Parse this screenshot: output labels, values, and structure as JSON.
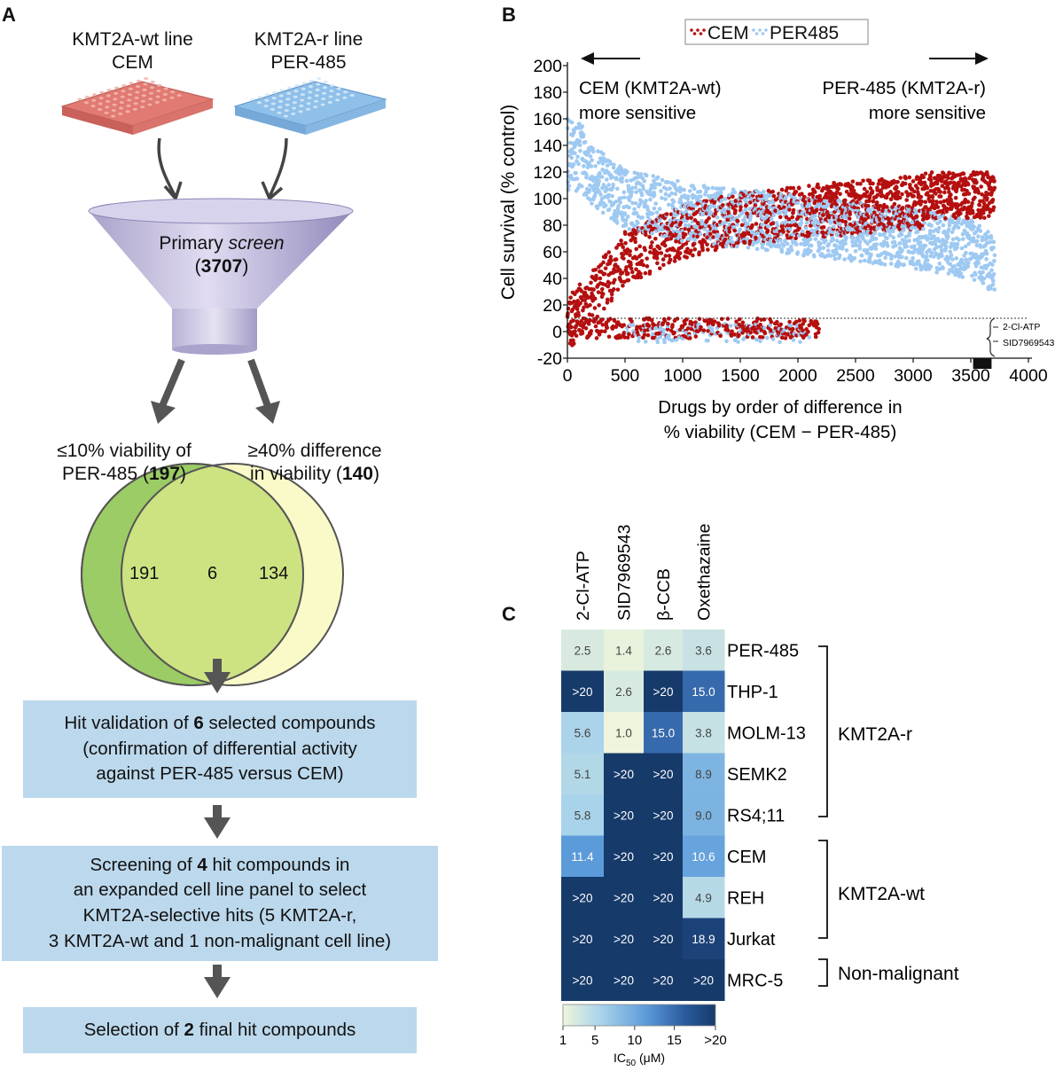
{
  "panel_a": {
    "letter": "A",
    "line_left": {
      "name": "KMT2A-wt line",
      "cell": "CEM"
    },
    "line_right": {
      "name": "KMT2A-r line",
      "cell": "PER-485"
    },
    "funnel": {
      "title_prefix": "Primary ",
      "title_em": "screen",
      "count_open": "(",
      "count": "3707",
      "count_close": ")"
    },
    "crit_left": {
      "line1": "≤10% viability of",
      "line2_prefix": "PER-485 (",
      "line2_count": "197",
      "line2_suffix": ")"
    },
    "crit_right": {
      "line1": "≥40% difference",
      "line2_prefix": "in viability (",
      "line2_count": "140",
      "line2_suffix": ")"
    },
    "venn": {
      "left": "191",
      "overlap": "6",
      "right": "134",
      "left_color": "#9ccc65",
      "right_color": "#f5f59a"
    },
    "step1": {
      "a": "Hit validation of ",
      "b": "6",
      "c": " selected compounds",
      "line2": "(confirmation of differential activity",
      "line3": "against PER-485 versus CEM)"
    },
    "step2": {
      "a": "Screening of ",
      "b": "4",
      "c": " hit compounds in",
      "line2": "an expanded cell line panel to select",
      "line3": "KMT2A-selective hits  (5 KMT2A-r,",
      "line4": "3 KMT2A-wt and 1 non-malignant cell line)"
    },
    "step3": {
      "a": "Selection of ",
      "b": "2",
      "c": " final hit compounds"
    },
    "box_color": "#bcd8ec"
  },
  "panel_b": {
    "letter": "B",
    "legend": [
      "CEM",
      "PER485"
    ],
    "left_annotation": {
      "line1": "CEM (KMT2A-wt)",
      "line2": "more sensitive"
    },
    "right_annotation": {
      "line1": "PER-485 (KMT2A-r)",
      "line2": "more sensitive"
    },
    "callouts": [
      "2-Cl-ATP",
      "SID7969543"
    ],
    "colors": {
      "CEM": "#b50f0f",
      "PER485": "#9ec9f2"
    }
  },
  "panel_c": {
    "letter": "C",
    "compounds": [
      "2-Cl-ATP",
      "SID7969543",
      "β-CCB",
      "Oxethazaine"
    ],
    "cell_lines": [
      "PER-485",
      "THP-1",
      "MOLM-13",
      "SEMK2",
      "RS4;11",
      "CEM",
      "REH",
      "Jurkat",
      "MRC-5"
    ],
    "values": [
      [
        "2.5",
        "1.4",
        "2.6",
        "3.6"
      ],
      [
        ">20",
        "2.6",
        ">20",
        "15.0"
      ],
      [
        "5.6",
        "1.0",
        "15.0",
        "3.8"
      ],
      [
        "5.1",
        ">20",
        ">20",
        "8.9"
      ],
      [
        "5.8",
        ">20",
        ">20",
        "9.0"
      ],
      [
        "11.4",
        ">20",
        ">20",
        "10.6"
      ],
      [
        ">20",
        ">20",
        ">20",
        "4.9"
      ],
      [
        ">20",
        ">20",
        ">20",
        "18.9"
      ],
      [
        ">20",
        ">20",
        ">20",
        ">20"
      ]
    ],
    "groups": [
      "KMT2A-r",
      "KMT2A-wt",
      "Non-malignant"
    ],
    "colorbar": {
      "ticks": [
        "1",
        "5",
        "10",
        "15",
        ">20"
      ],
      "label": "IC",
      "label_sub": "50",
      "label_unit": " (μM)"
    }
  },
  "chart_data": {
    "type": "scatter",
    "xlabel": "Drugs by order of difference in % viability (CEM − PER-485)",
    "ylabel": "Cell survival (% control)",
    "xlim": [
      0,
      4000
    ],
    "ylim": [
      -20,
      200
    ],
    "x_ticks": [
      0,
      500,
      1000,
      1500,
      2000,
      2500,
      3000,
      3500,
      4000
    ],
    "y_ticks": [
      -20,
      0,
      20,
      40,
      60,
      80,
      100,
      120,
      140,
      160,
      180,
      200
    ],
    "threshold_y": 10,
    "n_drugs": 3707,
    "legend_position": "top",
    "series": [
      {
        "name": "CEM",
        "color": "#b50f0f",
        "trend": [
          {
            "x": 0,
            "y": 5
          },
          {
            "x": 500,
            "y": 55
          },
          {
            "x": 1000,
            "y": 75
          },
          {
            "x": 1500,
            "y": 85
          },
          {
            "x": 2000,
            "y": 90
          },
          {
            "x": 2500,
            "y": 93
          },
          {
            "x": 3000,
            "y": 97
          },
          {
            "x": 3500,
            "y": 100
          },
          {
            "x": 3707,
            "y": 102
          }
        ]
      },
      {
        "name": "PER485",
        "color": "#9ec9f2",
        "trend": [
          {
            "x": 0,
            "y": 130
          },
          {
            "x": 500,
            "y": 100
          },
          {
            "x": 1000,
            "y": 90
          },
          {
            "x": 1500,
            "y": 85
          },
          {
            "x": 2000,
            "y": 80
          },
          {
            "x": 2500,
            "y": 75
          },
          {
            "x": 3000,
            "y": 70
          },
          {
            "x": 3500,
            "y": 62
          },
          {
            "x": 3707,
            "y": 50
          }
        ]
      }
    ]
  }
}
